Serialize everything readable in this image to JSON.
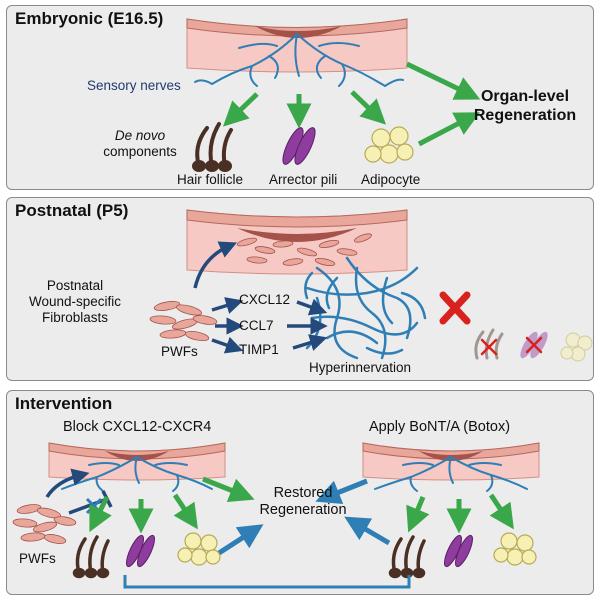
{
  "embryonic": {
    "title": "Embryonic (E16.5)",
    "sensory_nerves": "Sensory nerves",
    "de_novo": "De novo",
    "components": "components",
    "hair_follicle": "Hair follicle",
    "arrector_pili": "Arrector pili",
    "adipocyte": "Adipocyte",
    "organ_level": "Organ-level",
    "regeneration": "Regeneration"
  },
  "postnatal": {
    "title": "Postnatal (P5)",
    "pwf_line1": "Postnatal",
    "pwf_line2": "Wound-specific",
    "pwf_line3": "Fibroblasts",
    "pwfs": "PWFs",
    "cxcl12": "CXCL12",
    "ccl7": "CCL7",
    "timp1": "TIMP1",
    "hyperinnervation": "Hyperinnervation"
  },
  "intervention": {
    "title": "Intervention",
    "block": "Block CXCL12-CXCR4",
    "botox": "Apply BoNT/A (Botox)",
    "restored": "Restored",
    "regeneration": "Regeneration",
    "pwfs": "PWFs"
  },
  "colors": {
    "panel_bg": "#ececec",
    "skin_pink": "#f6c9c4",
    "epidermis": "#e8a79a",
    "wound": "#a4524a",
    "nerve": "#2f7fb6",
    "green_arrow": "#3aa84a",
    "blue_arrow": "#2f7fb6",
    "navy_arrow": "#244a7c",
    "red_x": "#d9211e",
    "hair": "#4a3024",
    "muscle": "#8e3c9e",
    "fat": "#f7f0b4",
    "fibroblast": "#e8a79a"
  }
}
